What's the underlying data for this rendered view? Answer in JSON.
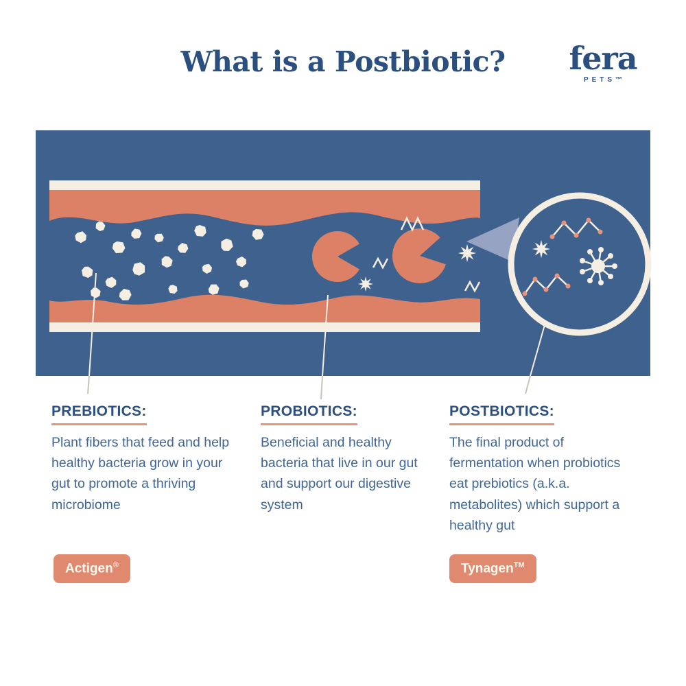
{
  "title": "What is a Postbiotic?",
  "brand": {
    "name": "fera",
    "tagline": "PETS™"
  },
  "colors": {
    "navy": "#2b507f",
    "text": "#3f6697",
    "panel": "#3f618e",
    "salmon": "#dd8166",
    "underline": "#e8937c",
    "badge": "#e0896e",
    "cream": "#f4efe2",
    "beam": "#96a3c2",
    "line": "#c8c4b6"
  },
  "sections": [
    {
      "heading": "PREBIOTICS:",
      "body": "Plant fibers that feed and help healthy bacteria grow in your gut to promote a thriving microbiome",
      "badge": {
        "label": "Actigen",
        "mark": "®"
      }
    },
    {
      "heading": "PROBIOTICS:",
      "body": "Beneficial and healthy bacteria that live in our gut and support our digestive system"
    },
    {
      "heading": "POSTBIOTICS:",
      "body": "The final product of fermentation when probiotics eat prebiotics (a.k.a. metabolites) which support a healthy gut",
      "badge": {
        "label": "Tynagen",
        "mark": "TM"
      }
    }
  ]
}
